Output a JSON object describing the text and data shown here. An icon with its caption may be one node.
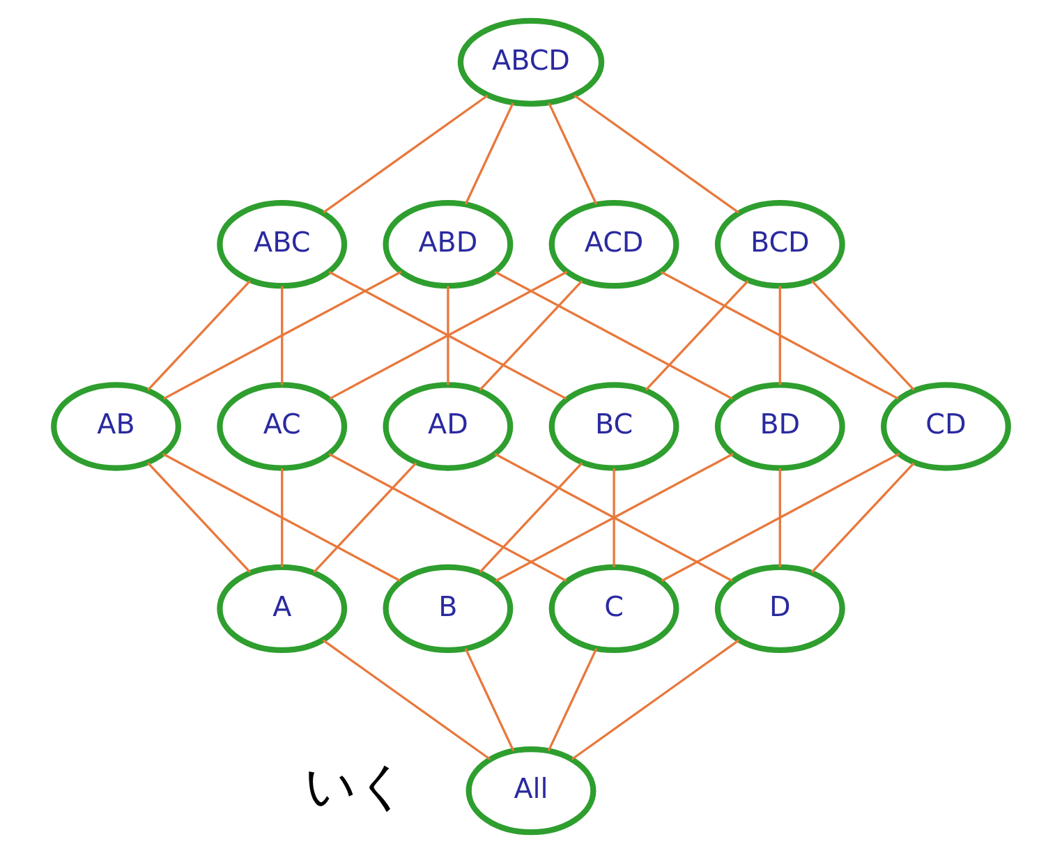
{
  "diagram": {
    "nodes": [
      {
        "text": [
          "ABCD"
        ]
      },
      {
        "text": [
          "ABC"
        ]
      },
      {
        "text": [
          "ABD"
        ]
      },
      {
        "text": [
          "ACD"
        ]
      },
      {
        "text": [
          "BCD"
        ]
      },
      {
        "text": [
          "AB"
        ]
      },
      {
        "text": [
          "AC"
        ]
      },
      {
        "text": [
          "AD"
        ]
      },
      {
        "text": [
          "BC"
        ]
      },
      {
        "text": [
          "BD"
        ]
      },
      {
        "text": [
          "CD"
        ]
      },
      {
        "text": [
          "A"
        ]
      },
      {
        "text": [
          "B"
        ]
      },
      {
        "text": [
          "C"
        ]
      },
      {
        "text": [
          "D"
        ]
      },
      {
        "text": [
          "All"
        ]
      }
    ],
    "edges": [
      {
        "from": 0,
        "to": 1,
        "arrow": "none"
      },
      {
        "from": 0,
        "to": 2,
        "arrow": "none"
      },
      {
        "from": 0,
        "to": 3,
        "arrow": "none"
      },
      {
        "from": 0,
        "to": 4,
        "arrow": "none"
      },
      {
        "from": 1,
        "to": 5,
        "arrow": "none"
      },
      {
        "from": 1,
        "to": 6,
        "arrow": "none"
      },
      {
        "from": 1,
        "to": 8,
        "arrow": "none"
      },
      {
        "from": 2,
        "to": 5,
        "arrow": "none"
      },
      {
        "from": 2,
        "to": 7,
        "arrow": "none"
      },
      {
        "from": 2,
        "to": 9,
        "arrow": "none"
      },
      {
        "from": 3,
        "to": 6,
        "arrow": "none"
      },
      {
        "from": 3,
        "to": 7,
        "arrow": "none"
      },
      {
        "from": 3,
        "to": 10,
        "arrow": "none"
      },
      {
        "from": 4,
        "to": 8,
        "arrow": "none"
      },
      {
        "from": 4,
        "to": 9,
        "arrow": "none"
      },
      {
        "from": 4,
        "to": 10,
        "arrow": "none"
      },
      {
        "from": 5,
        "to": 11,
        "arrow": "none"
      },
      {
        "from": 5,
        "to": 12,
        "arrow": "none"
      },
      {
        "from": 6,
        "to": 11,
        "arrow": "none"
      },
      {
        "from": 6,
        "to": 13,
        "arrow": "none"
      },
      {
        "from": 7,
        "to": 11,
        "arrow": "none"
      },
      {
        "from": 7,
        "to": 14,
        "arrow": "none"
      },
      {
        "from": 8,
        "to": 12,
        "arrow": "none"
      },
      {
        "from": 8,
        "to": 13,
        "arrow": "none"
      },
      {
        "from": 9,
        "to": 12,
        "arrow": "none"
      },
      {
        "from": 9,
        "to": 14,
        "arrow": "none"
      },
      {
        "from": 10,
        "to": 13,
        "arrow": "none"
      },
      {
        "from": 10,
        "to": 14,
        "arrow": "none"
      },
      {
        "from": 11,
        "to": 15,
        "arrow": "none"
      },
      {
        "from": 12,
        "to": 15,
        "arrow": "none"
      },
      {
        "from": 13,
        "to": 15,
        "arrow": "none"
      },
      {
        "from": 14,
        "to": 15,
        "arrow": "none"
      }
    ],
    "labels": [
      "いく"
    ]
  }
}
